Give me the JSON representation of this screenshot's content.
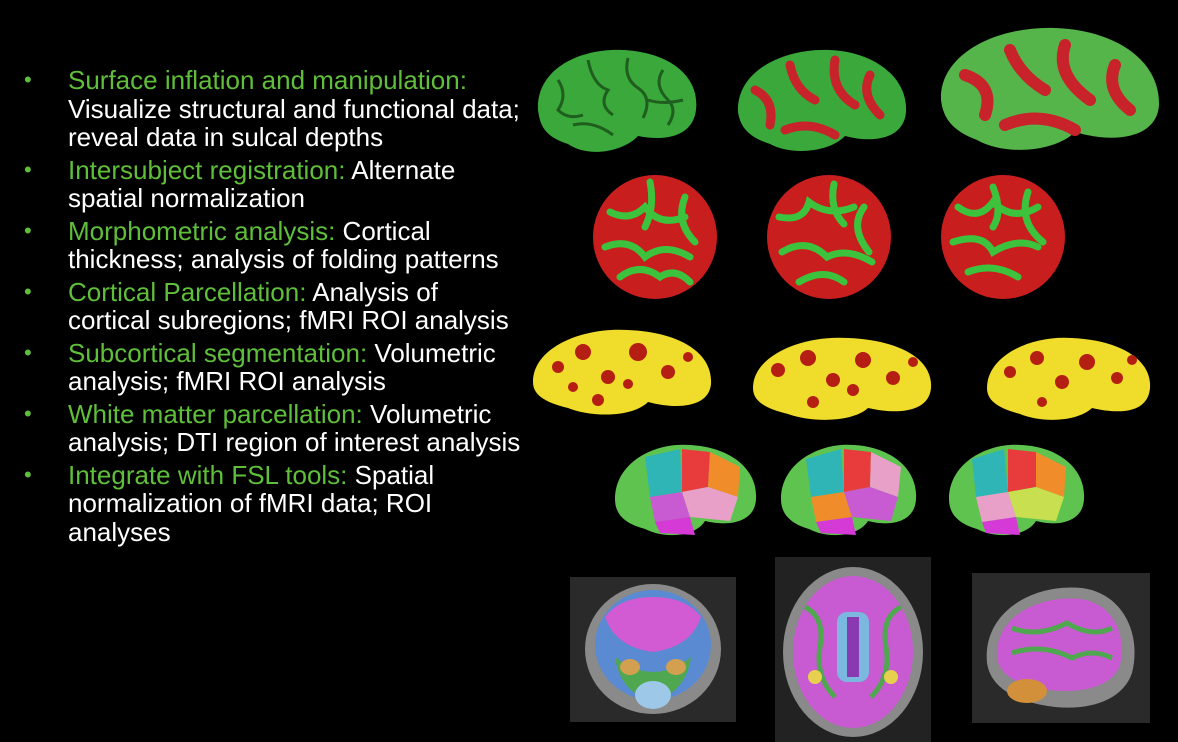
{
  "bullet_glyph": "•",
  "accent_color": "#5fbf3a",
  "text_color": "#ffffff",
  "background": "#000000",
  "bullets": [
    {
      "heading": "Surface inflation and manipulation:",
      "text": "Visualize structural and functional data; reveal data in sulcal depths"
    },
    {
      "heading": "Intersubject registration:",
      "text": "Alternate spatial normalization"
    },
    {
      "heading": "Morphometric analysis:",
      "text": "Cortical thickness; analysis of folding patterns"
    },
    {
      "heading": "Cortical Parcellation:",
      "text": "Analysis of cortical subregions; fMRI ROI analysis"
    },
    {
      "heading": "Subcortical segmentation:",
      "text": "Volumetric analysis; fMRI ROI analysis"
    },
    {
      "heading": "White matter parcellation:",
      "text": "Volumetric analysis; DTI region of interest analysis"
    },
    {
      "heading": "Integrate with FSL tools:",
      "text": "Spatial normalization of fMRI data; ROI analyses"
    }
  ],
  "image_rows": [
    {
      "name": "inflated-surfaces",
      "colors": [
        "#3aa83a",
        "#c8222a"
      ]
    },
    {
      "name": "sphere-registration",
      "colors": [
        "#3cc23c",
        "#c81e1e"
      ]
    },
    {
      "name": "thickness-maps",
      "colors": [
        "#f0dc2a",
        "#b51e12"
      ]
    },
    {
      "name": "parcellation-surfaces",
      "colors": [
        "#5fc44f",
        "#2fb5b5",
        "#e83c3c",
        "#f08c2a",
        "#c85ad2",
        "#e8a0c8"
      ]
    },
    {
      "name": "mri-segmentation-slices",
      "colors": [
        "#8a8a8a",
        "#d25ad2",
        "#4fa84f",
        "#5a8ad2",
        "#d2a050"
      ]
    }
  ]
}
